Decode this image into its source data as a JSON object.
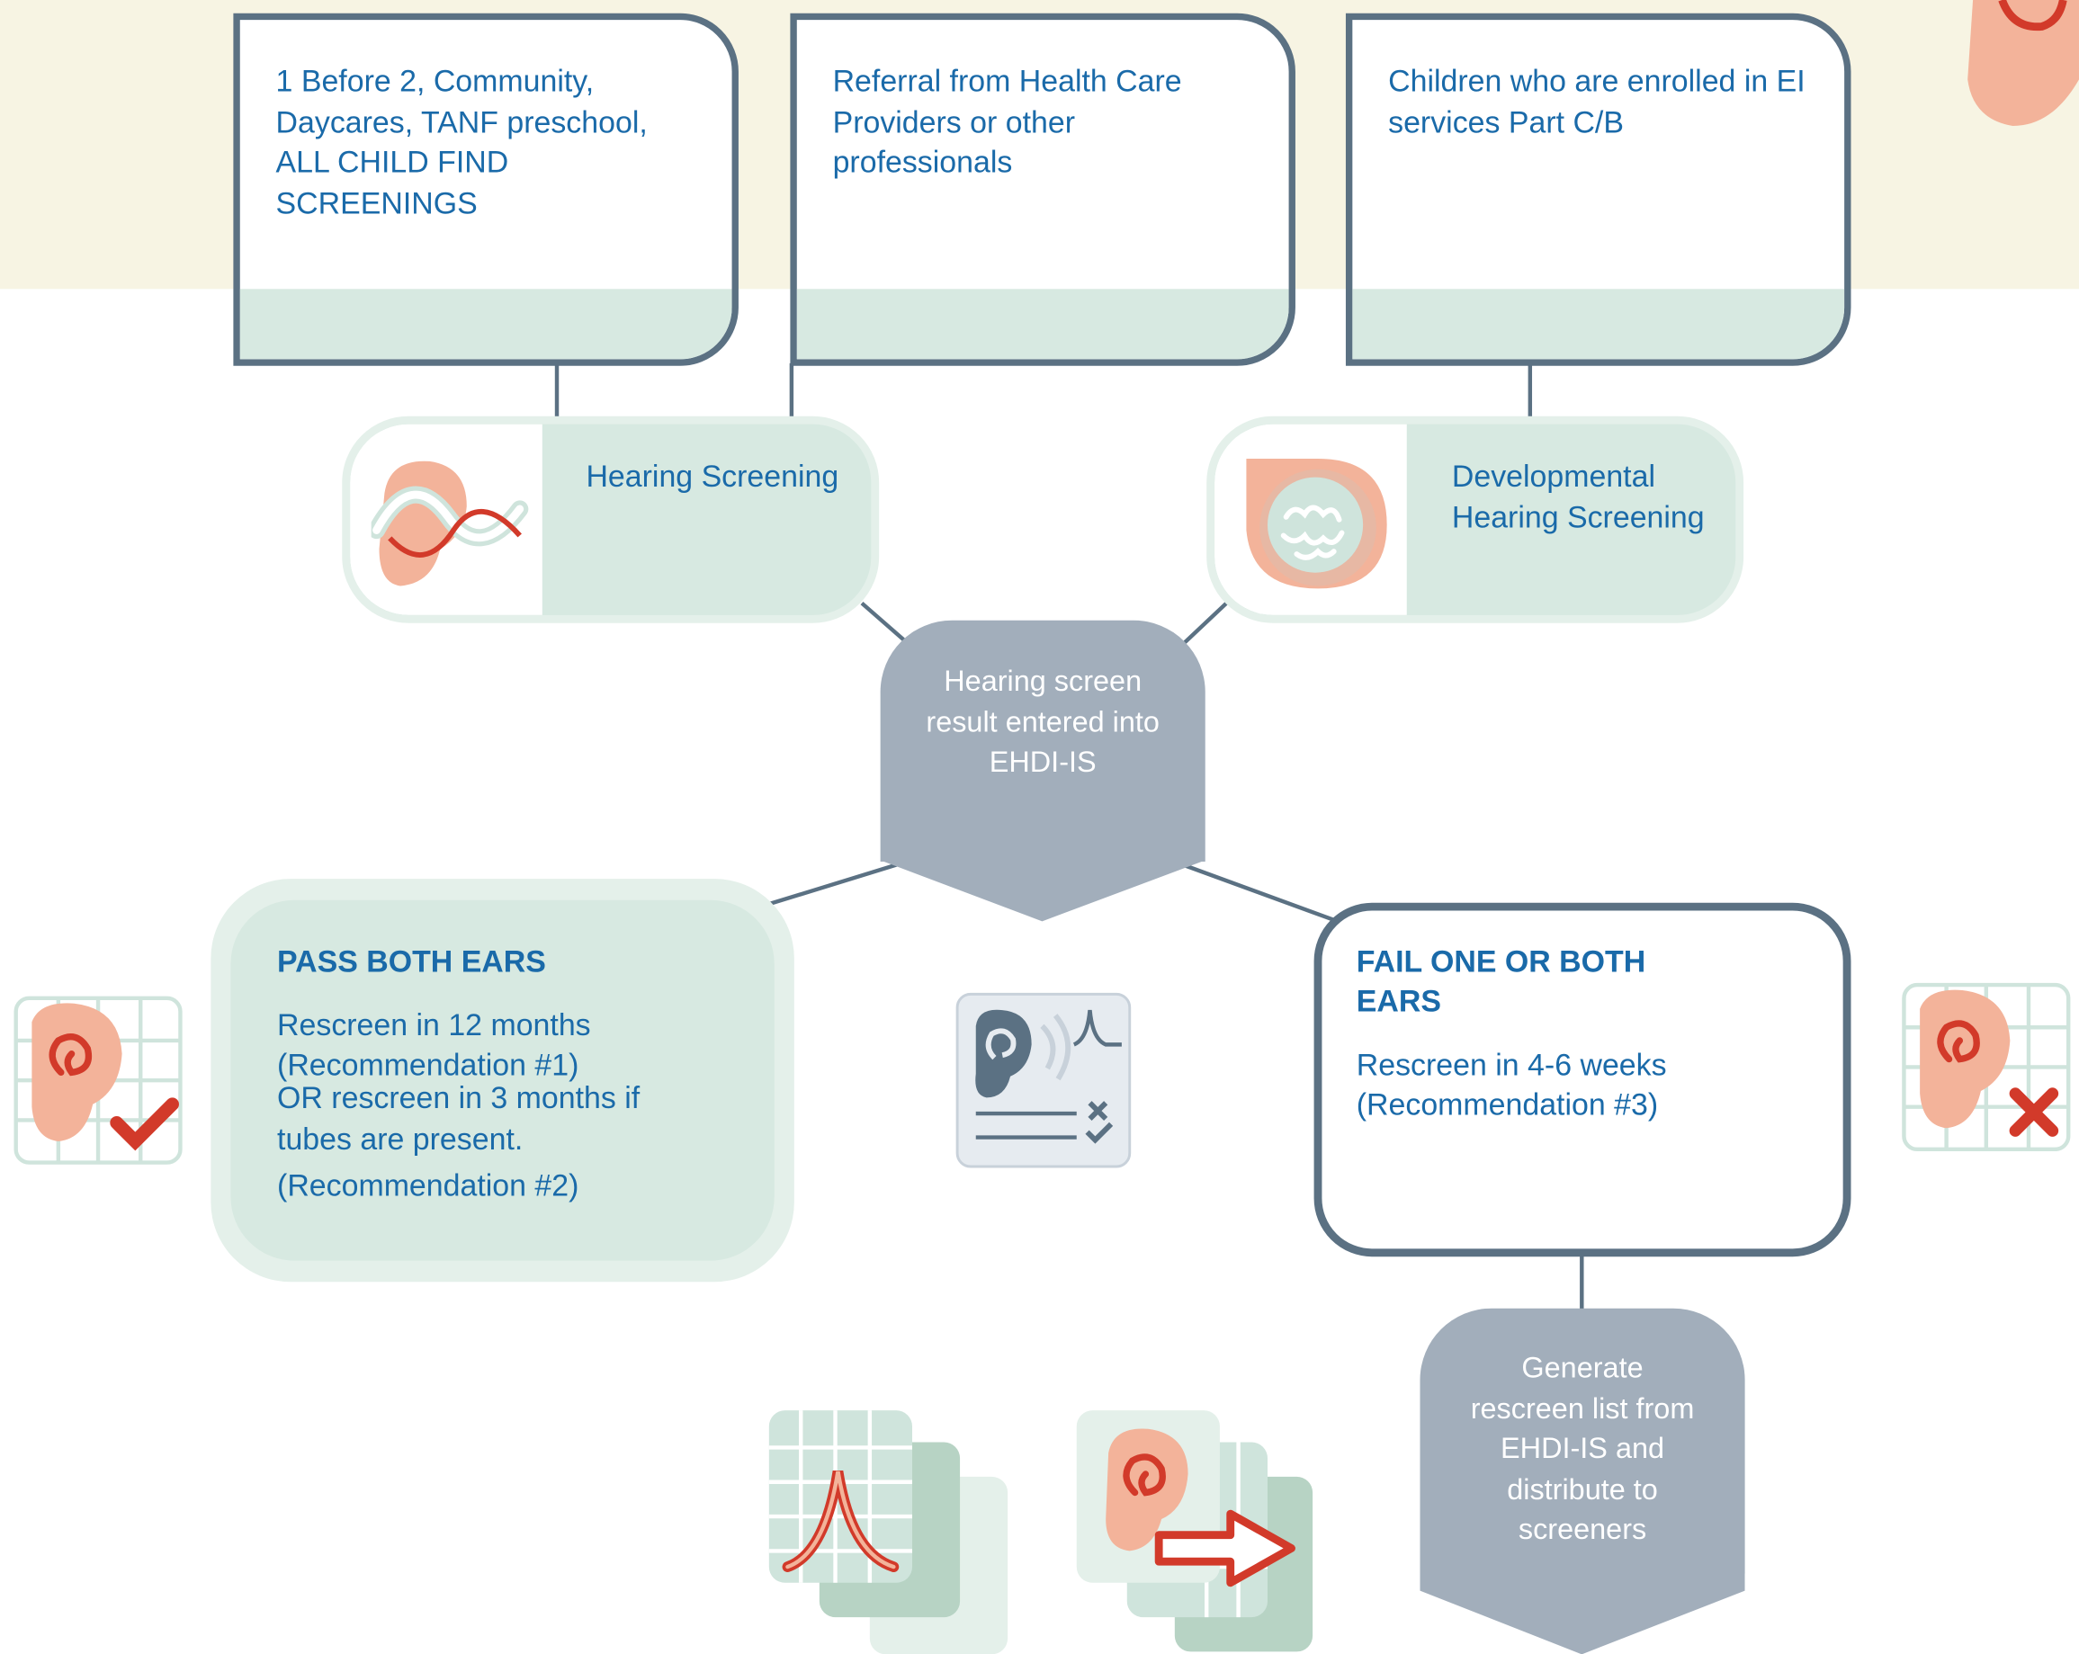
{
  "sources": [
    {
      "text": "1 Before 2, Community, Daycares, TANF preschool, ALL CHILD FIND SCREENINGS"
    },
    {
      "text": "Referral from Health Care Providers or other professionals"
    },
    {
      "text": "Children who are enrolled in EI services Part C/B"
    }
  ],
  "screenings": [
    {
      "label": "Hearing Screening",
      "icon": "ear-waveform-icon"
    },
    {
      "label": "Developmental Hearing Screening",
      "icon": "brain-ear-icon"
    }
  ],
  "center": {
    "text": "Hearing screen result entered into EHDI-IS"
  },
  "pass": {
    "title": "PASS BOTH EARS",
    "line1": "Rescreen in 12 months",
    "line2": "(Recommendation #1)",
    "line3": "OR  rescreen in 3 months if",
    "line4": "tubes are present.",
    "line5": "(Recommendation #2)",
    "icon": "ear-check-icon"
  },
  "fail": {
    "title_line1": "FAIL ONE OR BOTH",
    "title_line2": "EARS",
    "line1": "Rescreen in 4-6 weeks",
    "line2": "(Recommendation #3)",
    "icon": "ear-x-icon"
  },
  "generate": {
    "text": "Generate rescreen list from EHDI-IS and distribute to screeners"
  },
  "icons": {
    "middle": "audiogram-checklist-icon",
    "bottom_left": "audiogram-stack-icon",
    "bottom_right": "ear-referral-arrow-icon"
  },
  "colors": {
    "blue_text": "#1a6aa9",
    "slate": "#5b7183",
    "mint": "#d7e9e1",
    "cream": "#f7f4e3",
    "shield": "#a2aebb",
    "red": "#d23a2a",
    "peach": "#f3b39a"
  }
}
